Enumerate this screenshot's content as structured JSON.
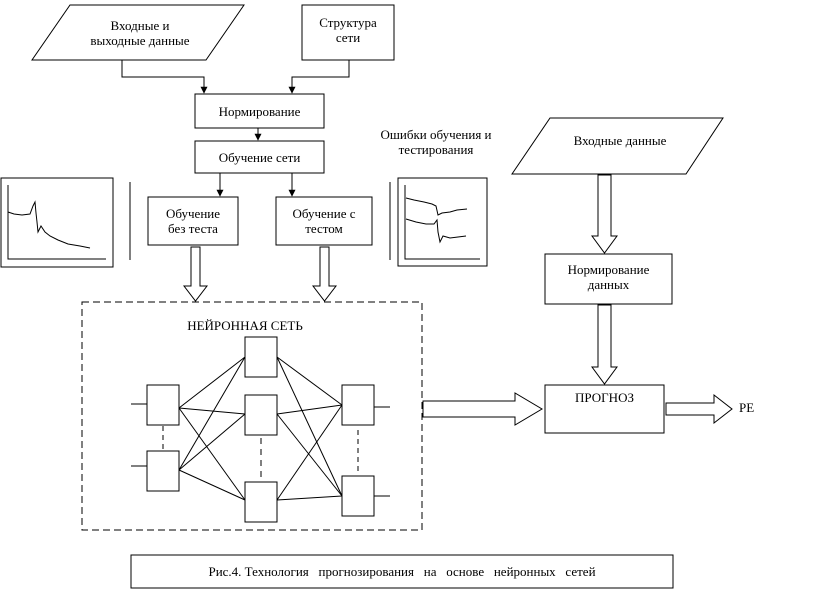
{
  "blocks": {
    "input_output": "Входные и\nвыходные данные",
    "structure": "Структура\nсети",
    "normalization": "Нормирование",
    "training": "Обучение сети",
    "train_no_test": "Обучение\nбез теста",
    "train_with_test": "Обучение с\nтестом",
    "errors_caption": "Ошибки обучения и\nтестирования",
    "input_data": "Входные данные",
    "normalization_data": "Нормирование\nданных",
    "forecast": "ПРОГНОЗ",
    "output_label": "РЕ",
    "network_title": "НЕЙРОННАЯ  СЕТЬ"
  },
  "caption": "Рис.4. Технология   прогнозирования   на   основе   нейронных   сетей"
}
